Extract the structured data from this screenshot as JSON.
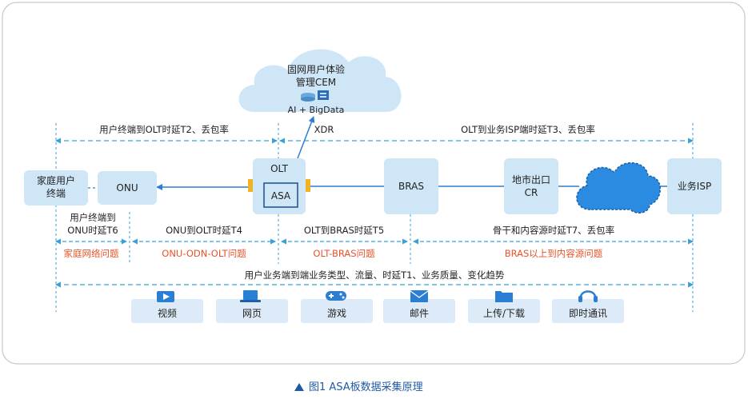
{
  "cloud": {
    "line1": "固网用户体验",
    "line2": "管理CEM",
    "sub": "AI + BigData"
  },
  "nodes": {
    "home": {
      "line1": "家庭用户",
      "line2": "终端"
    },
    "onu": "ONU",
    "olt": "OLT",
    "asa": "ASA",
    "bras": "BRAS",
    "cr": {
      "line1": "地市出口",
      "line2": "CR"
    },
    "isp": "业务ISP"
  },
  "top": {
    "left_label": "用户终端到OLT时延T2、丢包率",
    "xdr": "XDR",
    "right_label": "OLT到业务ISP端时延T3、丢包率"
  },
  "delays": {
    "t6_line1": "用户终端到",
    "t6_line2": "ONU时延T6",
    "t4": "ONU到OLT时延T4",
    "t5": "OLT到BRAS时延T5",
    "t7": "骨干和内容源时延T7、丢包率"
  },
  "problems": {
    "home": "家庭网络问题",
    "odn": "ONU-ODN-OLT问题",
    "olt_bras": "OLT-BRAS问题",
    "bras_up": "BRAS以上到内容源问题"
  },
  "e2e_label": "用户业务端到端业务类型、流量、时延T1、业务质量、变化趋势",
  "apps": [
    {
      "label": "视频",
      "icon": "video-icon"
    },
    {
      "label": "网页",
      "icon": "laptop-icon"
    },
    {
      "label": "游戏",
      "icon": "gamepad-icon"
    },
    {
      "label": "邮件",
      "icon": "mail-icon"
    },
    {
      "label": "上传/下载",
      "icon": "folder-icon"
    },
    {
      "label": "即时通讯",
      "icon": "headset-icon"
    }
  ],
  "caption": "图1  ASA板数据采集原理",
  "colors": {
    "node": "#cfe6f7",
    "line": "#2a7fd4",
    "dashed": "#3aa0d8",
    "problem": "#e8532a",
    "asa_port": "#f0b323"
  }
}
